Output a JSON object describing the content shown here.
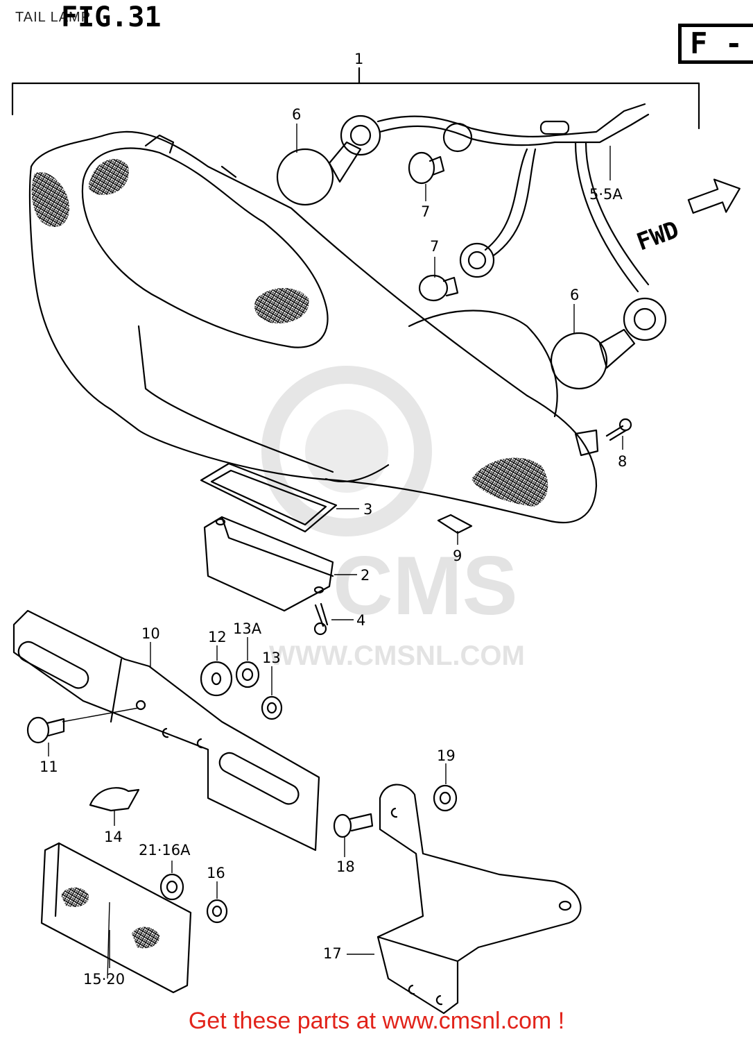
{
  "header": {
    "page_label": "TAIL LAMP",
    "figure": "FIG.31",
    "section": "F -"
  },
  "watermark": {
    "brand": "CMS",
    "site": "WWW.CMSNL.COM"
  },
  "direction_label": "FWD",
  "callouts": {
    "c1": "1",
    "c2": "2",
    "c3": "3",
    "c4": "4",
    "c5": "5·5A",
    "c6a": "6",
    "c6b": "6",
    "c7a": "7",
    "c7b": "7",
    "c8": "8",
    "c9": "9",
    "c10": "10",
    "c11": "11",
    "c12": "12",
    "c13": "13",
    "c13a": "13A",
    "c14": "14",
    "c15": "15·20",
    "c16": "16",
    "c17": "17",
    "c18": "18",
    "c19": "19",
    "c21": "21·16A"
  },
  "footer": {
    "promo": "Get these parts at www.cmsnl.com !"
  }
}
